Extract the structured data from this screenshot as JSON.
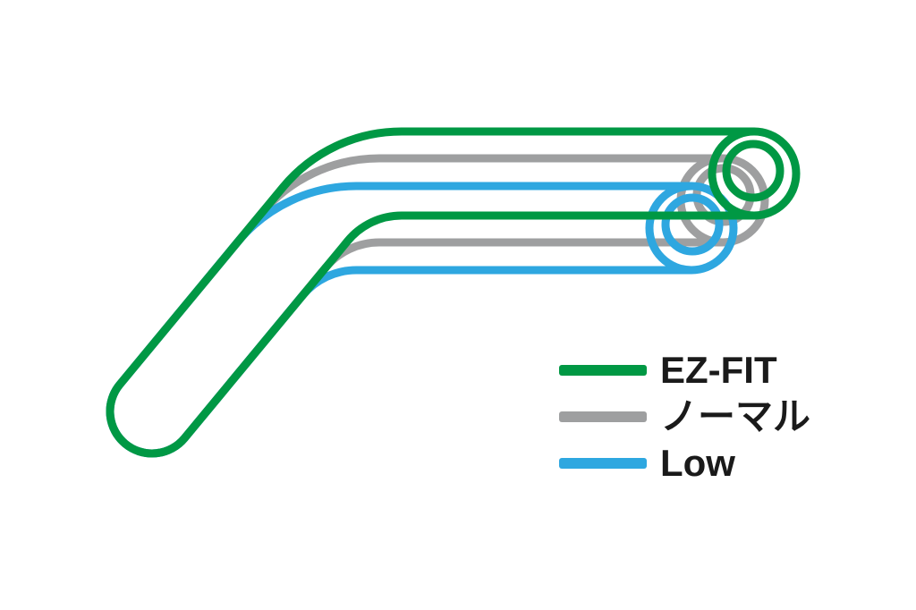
{
  "diagram": {
    "type": "handlebar-rise-comparison",
    "background": "#ffffff"
  },
  "series": [
    {
      "id": "ez-fit",
      "label": "EZ-FIT",
      "color": "#009844",
      "position": "highest"
    },
    {
      "id": "normal",
      "label": "ノーマル",
      "color": "#9E9FA0",
      "position": "middle"
    },
    {
      "id": "low",
      "label": "Low",
      "color": "#2EA7E0",
      "position": "lowest"
    }
  ],
  "legend": {
    "text_color": "#1a1a1a"
  }
}
